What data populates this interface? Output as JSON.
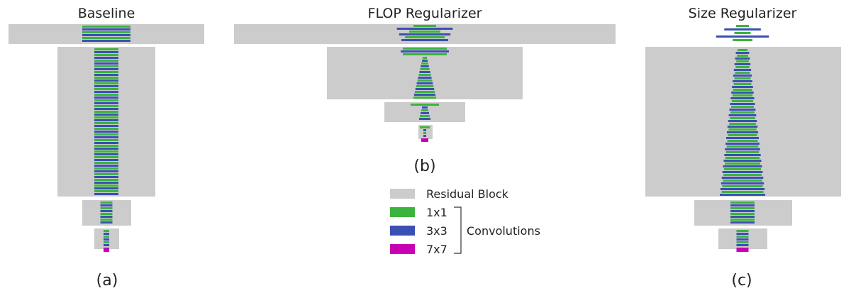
{
  "panels": [
    {
      "id": "a",
      "title": "Baseline",
      "label": "(a)"
    },
    {
      "id": "b",
      "title": "FLOP Regularizer",
      "label": "(b)"
    },
    {
      "id": "c",
      "title": "Size Regularizer",
      "label": "(c)"
    }
  ],
  "legend": {
    "items": [
      {
        "key": "residual",
        "label": "Residual Block",
        "color": "#cccccc"
      },
      {
        "key": "conv1x1",
        "label": "1x1",
        "color": "#3cb43c"
      },
      {
        "key": "conv3x3",
        "label": "3x3",
        "color": "#3a50b4"
      },
      {
        "key": "conv7x7",
        "label": "7x7",
        "color": "#c800b4"
      }
    ],
    "group_label": "Convolutions"
  }
}
